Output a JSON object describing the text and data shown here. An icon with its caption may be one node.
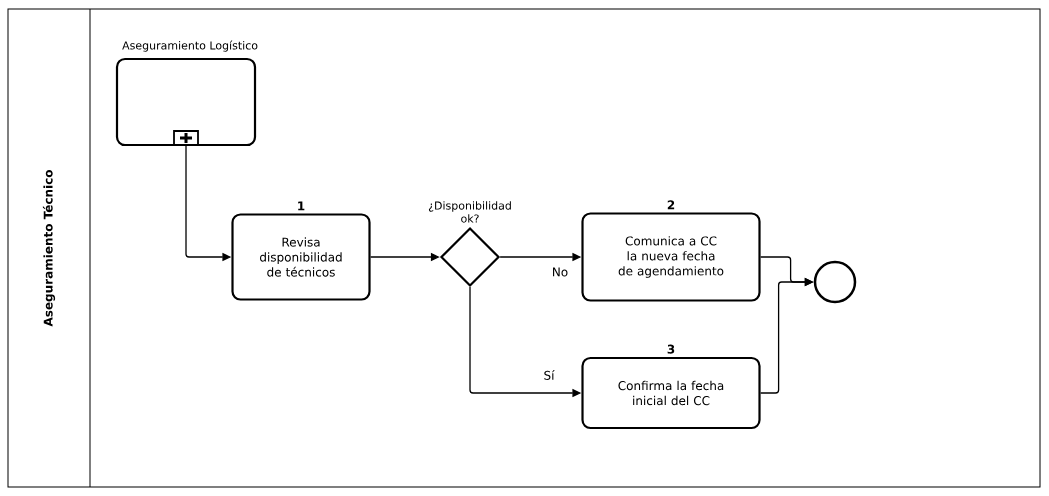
{
  "diagram": {
    "nodes": [
      {
        "text": [
          "Aseguramiento Técnico"
        ]
      },
      {
        "text": [
          "Aseguramiento Logístico"
        ],
        "in": 0
      },
      {
        "text": [
          "Revisa disponibilidad de técnicos"
        ],
        "beside": [
          "1"
        ],
        "in": 0
      },
      {
        "text": [
          "¿Disponibilidad ok?"
        ],
        "in": 0
      },
      {
        "text": [
          "Comunica a CC la nueva fecha de agendamiento"
        ],
        "beside": [
          "2"
        ],
        "in": 0
      },
      {
        "text": [
          "Confirma la fecha inicial del CC"
        ],
        "beside": [
          "3"
        ],
        "in": 0
      },
      {
        "text": [],
        "shape": "circle",
        "in": 0
      }
    ],
    "edges": [
      {
        "from": 1,
        "to": 2,
        "arrow": "to"
      },
      {
        "from": 2,
        "to": 3,
        "arrow": "to"
      },
      {
        "from": 3,
        "to": 4,
        "arrow": "to",
        "label": "No"
      },
      {
        "from": 3,
        "to": 5,
        "arrow": "to",
        "label": "Sí"
      },
      {
        "from": 4,
        "to": 6,
        "arrow": "to"
      },
      {
        "from": 5,
        "to": 6,
        "arrow": "to"
      }
    ]
  }
}
